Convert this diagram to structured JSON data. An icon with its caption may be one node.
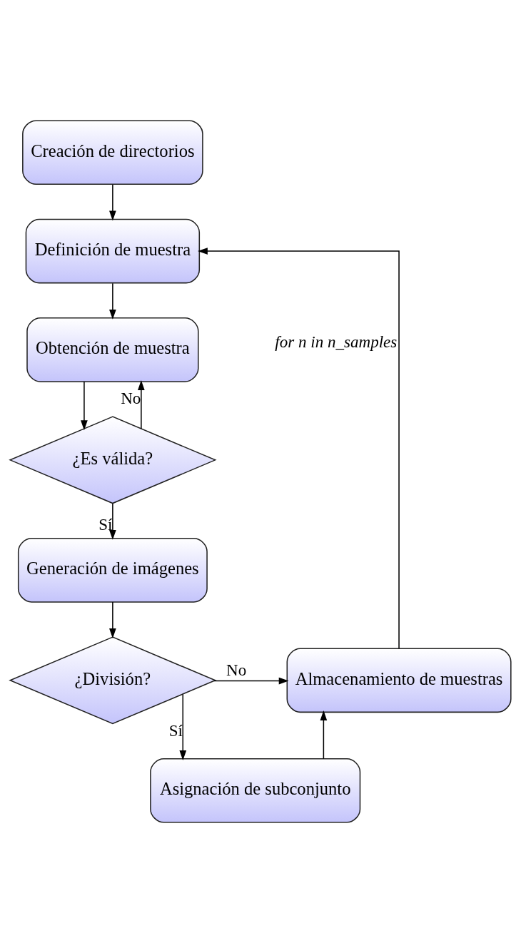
{
  "diagram": {
    "nodes": [
      {
        "text": [
          "Creación de directorios"
        ]
      },
      {
        "text": [
          "Definición de muestra"
        ]
      },
      {
        "text": [
          "Obtención de muestra"
        ]
      },
      {
        "text": [
          "¿Es válida?"
        ]
      },
      {
        "text": [
          "Generación de imágenes"
        ]
      },
      {
        "text": [
          "¿División?"
        ]
      },
      {
        "text": [
          "Almacenamiento de muestras"
        ]
      },
      {
        "text": [
          "Asignación de subconjunto"
        ]
      }
    ],
    "edges": [
      {
        "from": 0,
        "to": 1,
        "arrow": "to"
      },
      {
        "from": 1,
        "to": 2,
        "arrow": "to"
      },
      {
        "from": 2,
        "to": 3,
        "arrow": "to"
      },
      {
        "from": 3,
        "to": 2,
        "arrow": "to",
        "label": "No"
      },
      {
        "from": 3,
        "to": 4,
        "arrow": "to",
        "label": "Sí"
      },
      {
        "from": 4,
        "to": 5,
        "arrow": "to"
      },
      {
        "from": 5,
        "to": 6,
        "arrow": "to",
        "label": "No"
      },
      {
        "from": 5,
        "to": 7,
        "arrow": "to",
        "label": "Sí"
      },
      {
        "from": 7,
        "to": 6,
        "arrow": "to"
      },
      {
        "from": 6,
        "to": 1,
        "arrow": "to",
        "label": "for n in n_samples"
      }
    ]
  }
}
